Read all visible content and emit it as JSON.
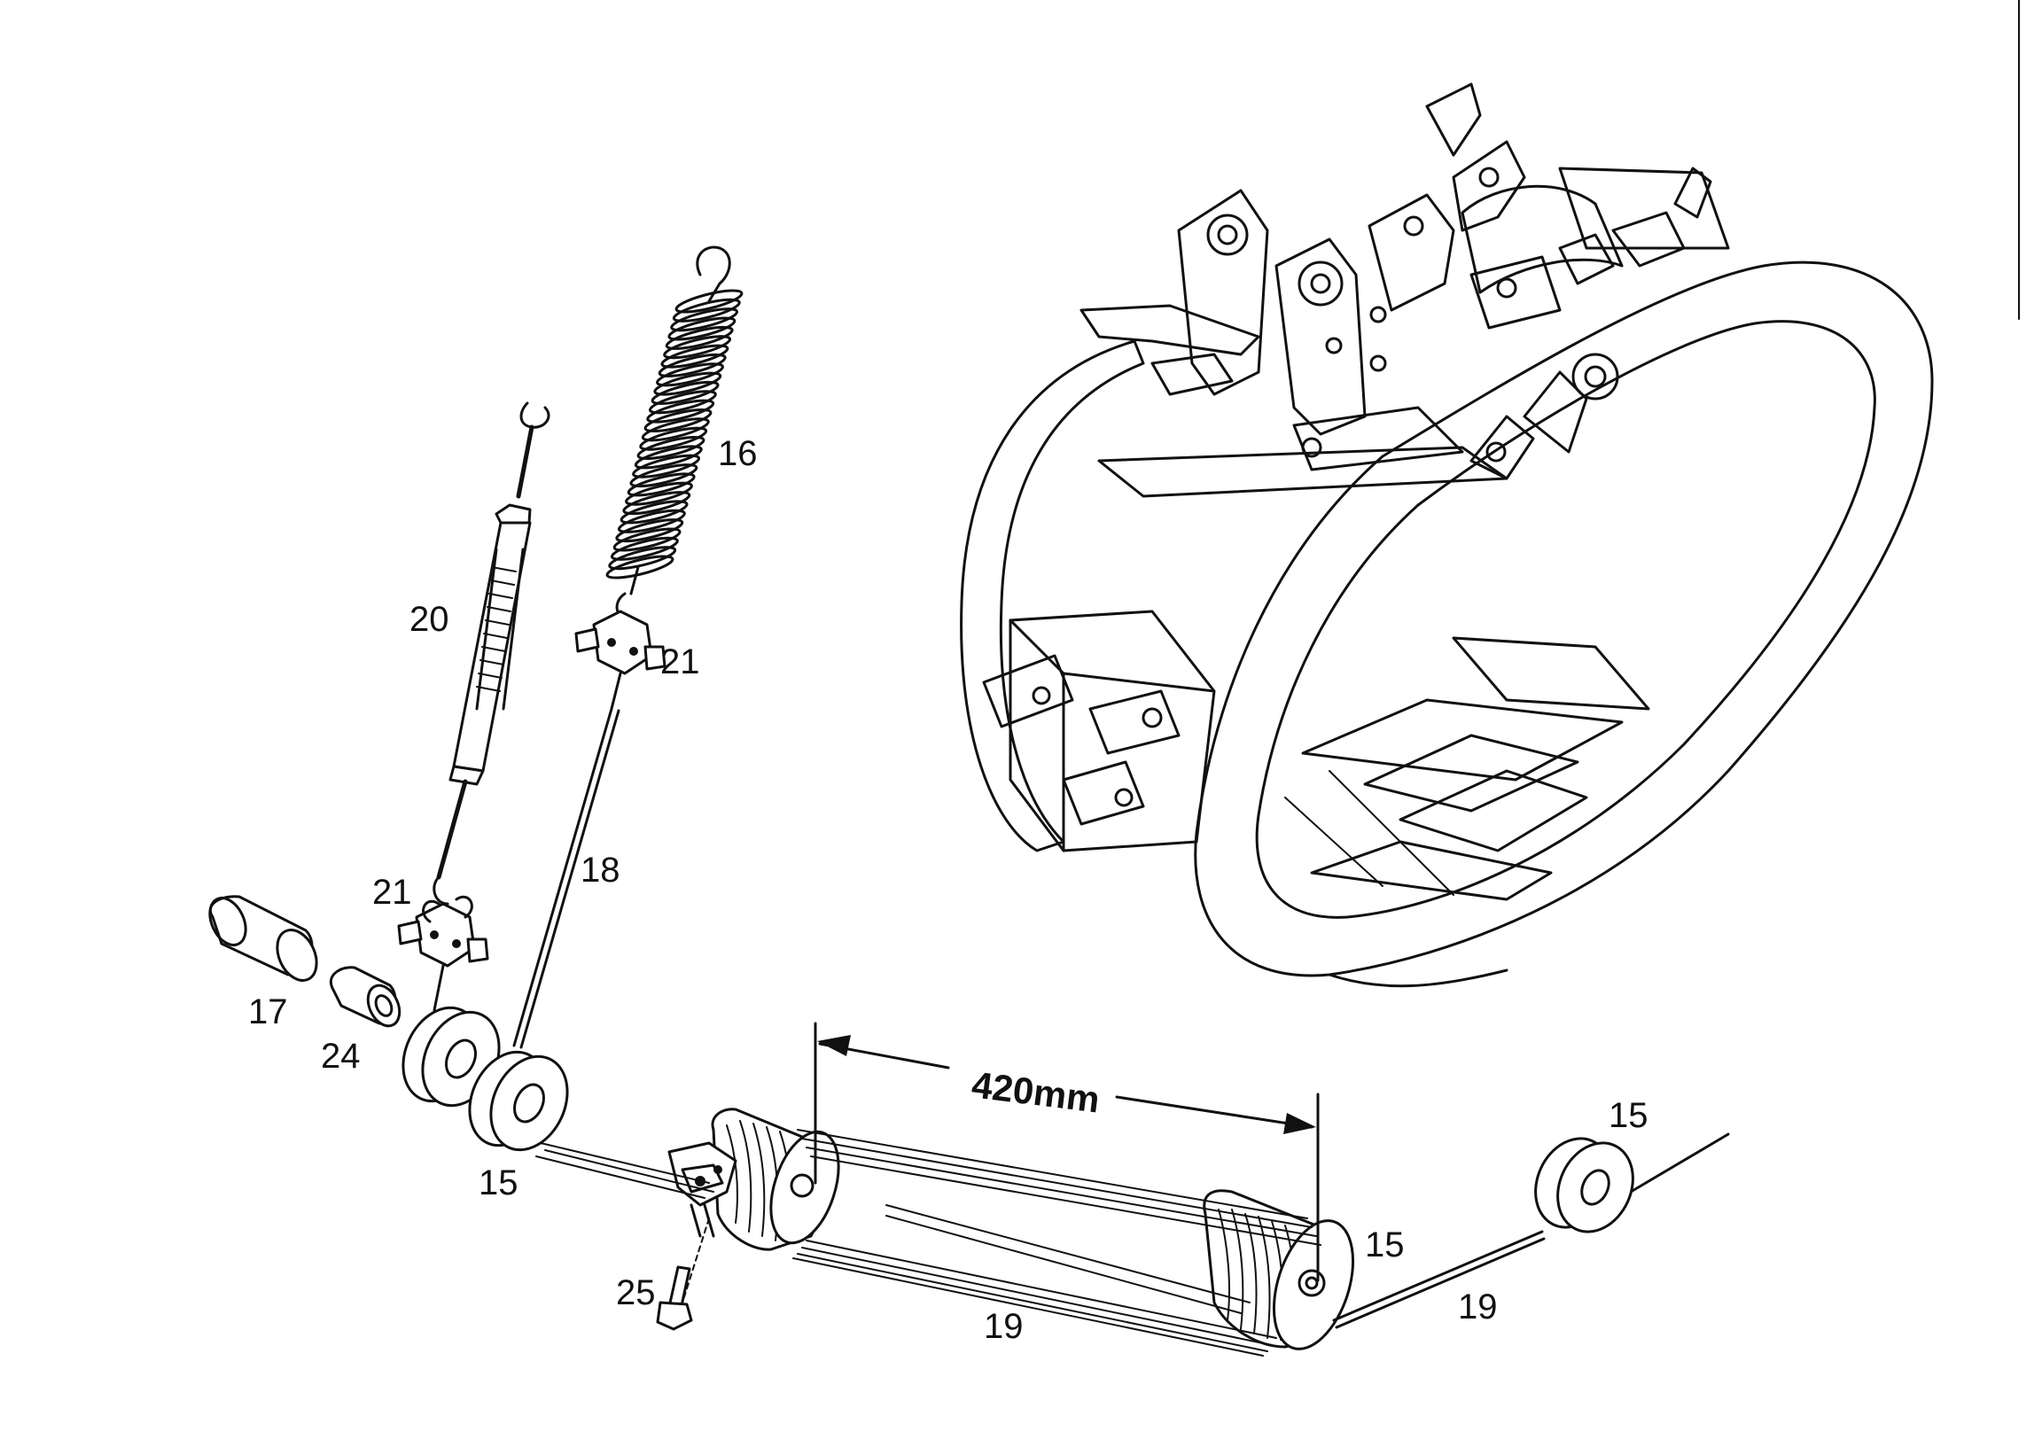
{
  "callouts": {
    "l15a": "15",
    "l15b": "15",
    "l15c": "15",
    "l16": "16",
    "l17": "17",
    "l18": "18",
    "l19a": "19",
    "l19b": "19",
    "l20": "20",
    "l21a": "21",
    "l21b": "21",
    "l24": "24",
    "l25": "25"
  },
  "dimension": {
    "label": "420mm",
    "value": 420,
    "unit": "mm"
  },
  "colors": {
    "ink": "#111111",
    "paper": "#ffffff"
  }
}
